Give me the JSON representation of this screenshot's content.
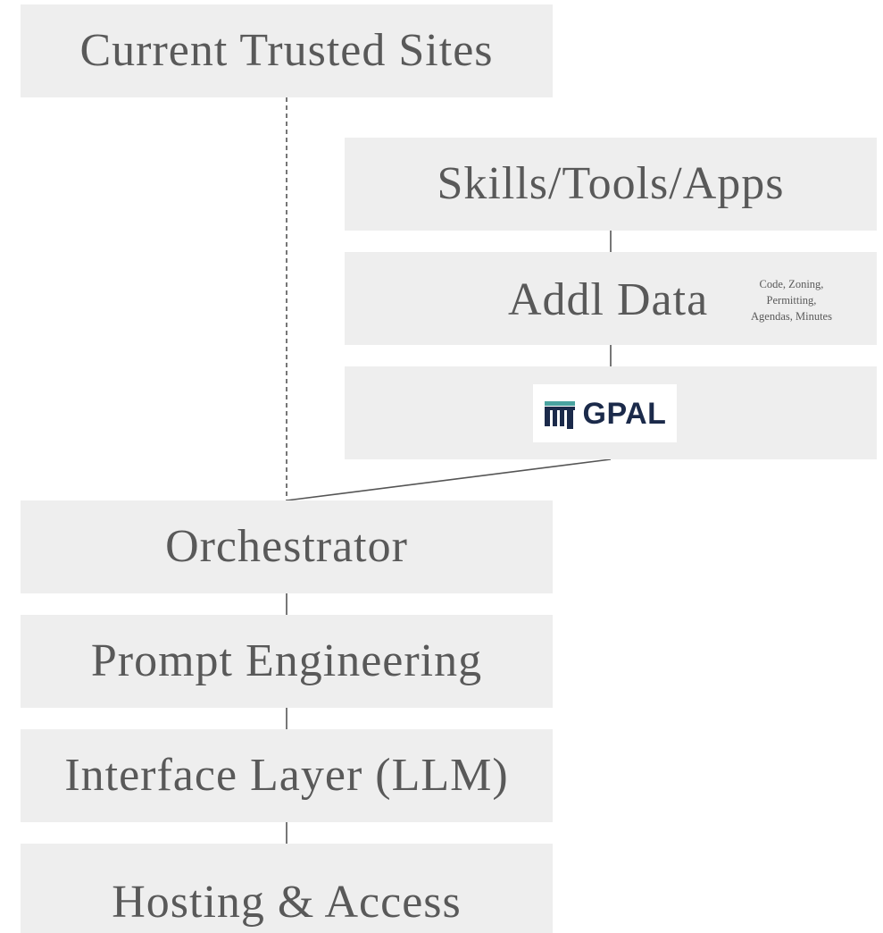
{
  "diagram": {
    "top_box": "Current Trusted Sites",
    "right_stack": {
      "skills": "Skills/Tools/Apps",
      "data": "Addl Data",
      "data_note": [
        "Code, Zoning,",
        "Permitting,",
        "Agendas, Minutes"
      ],
      "logo_text": "GPAL"
    },
    "left_stack": {
      "orchestrator": "Orchestrator",
      "prompt": "Prompt Engineering",
      "interface": "Interface Layer (LLM)",
      "hosting": "Hosting & Access"
    }
  },
  "colors": {
    "box_fill": "#eeeeee",
    "text": "#595959",
    "connector": "#555555",
    "logo_navy": "#1b2a4a",
    "logo_teal": "#4aa3a0"
  }
}
